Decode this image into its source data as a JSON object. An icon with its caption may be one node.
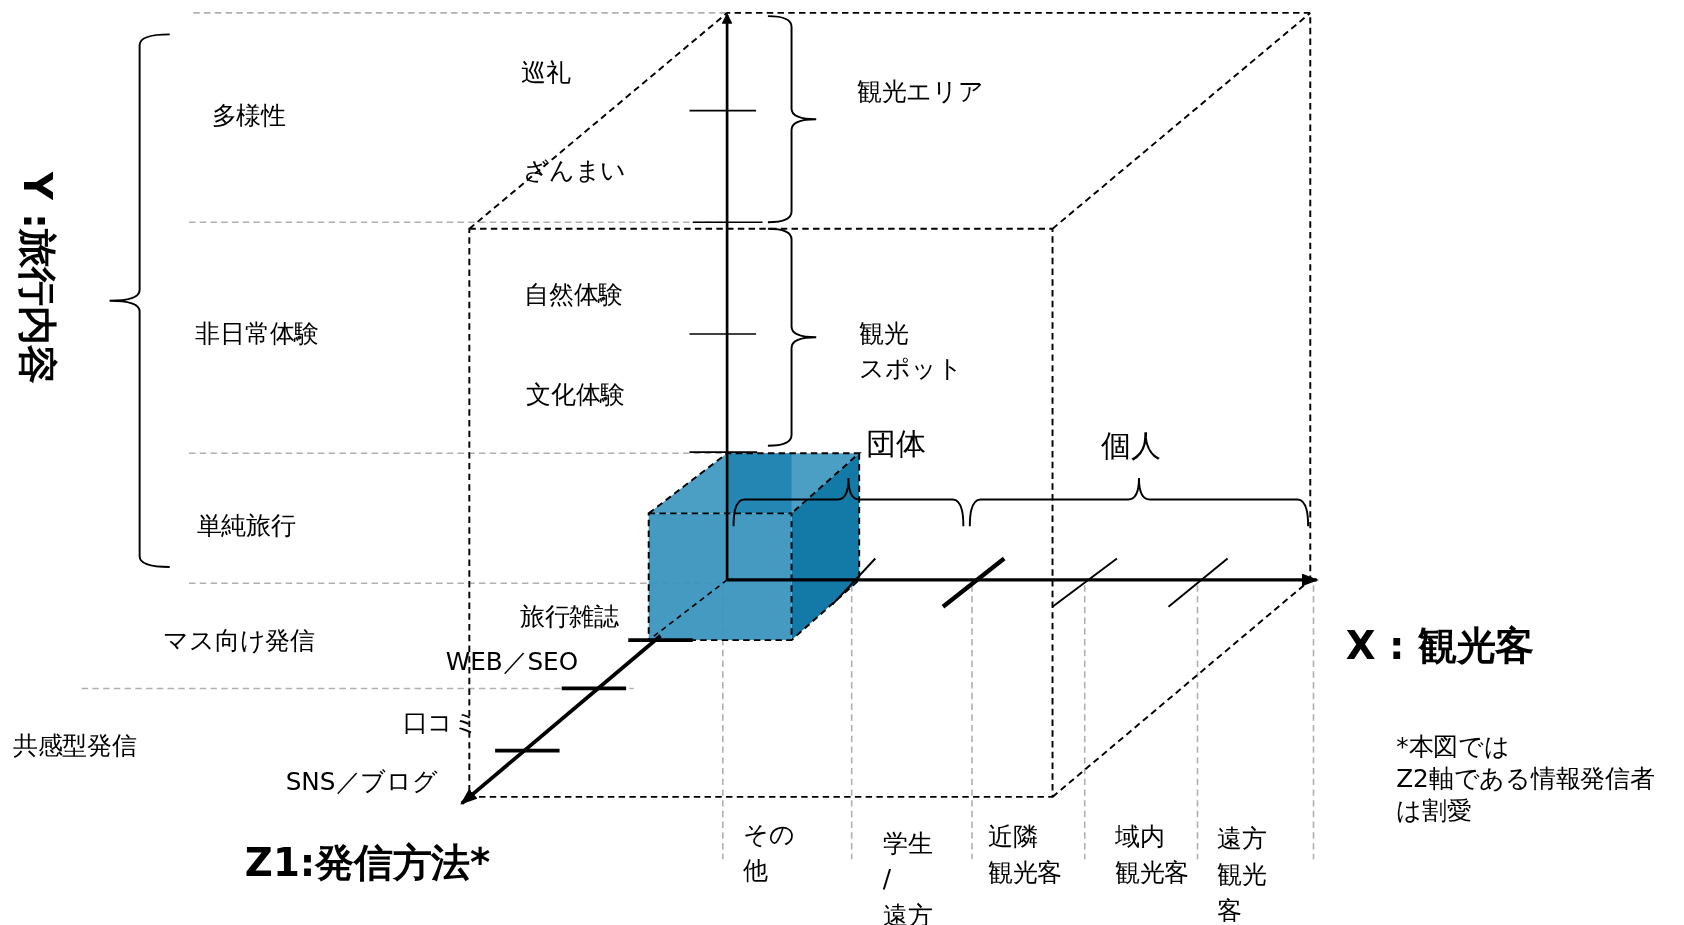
{
  "diagram": {
    "labels": [
      "多様性",
      "巡礼",
      "観光エリア",
      "ざんまい",
      "Y :旅行内容",
      "非日常体験",
      "自然体験",
      "観光スポット",
      "文化体験",
      "個人",
      "団体",
      "単純旅行",
      "旅行雑誌",
      "マス向け発信",
      "X : 観光客",
      "WEB／SEO",
      "口コミ",
      "共感型発信",
      "*本図ではZ2軸である情報発信者は割愛",
      "SNS／ブログ",
      "その他",
      "学生/遠方",
      "近隣観光客",
      "域内観光客",
      "遠方観光客",
      "Z1:発信方法*"
    ]
  }
}
